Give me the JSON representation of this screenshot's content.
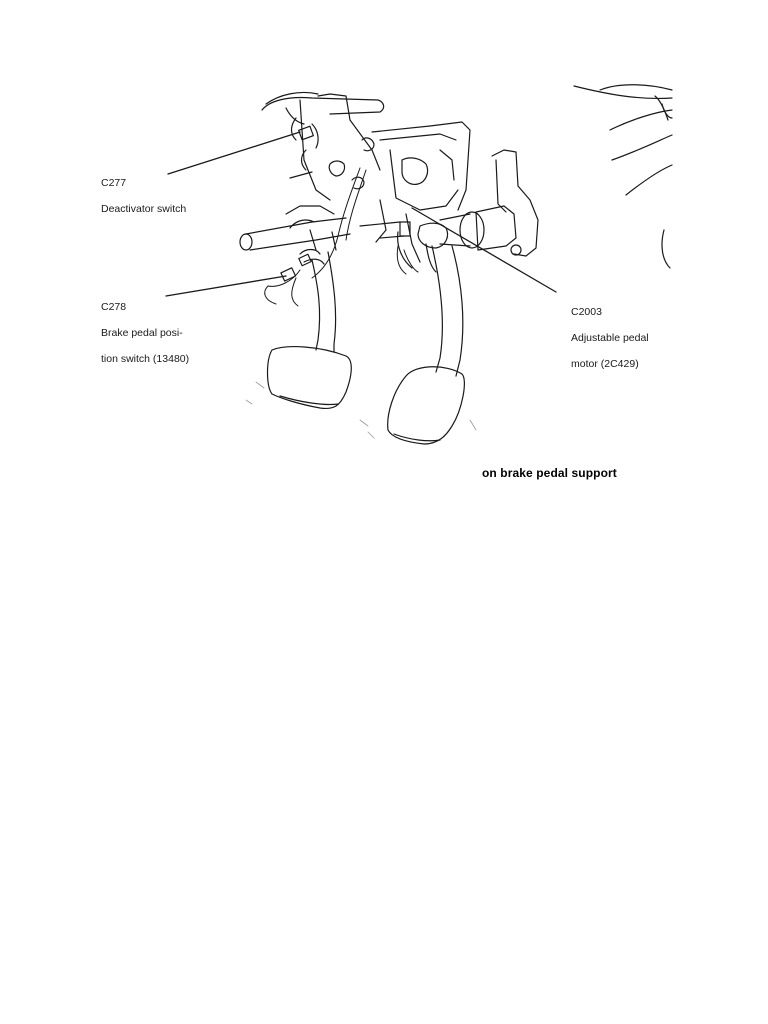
{
  "callouts": {
    "c277": {
      "code": "C277",
      "name": "Deactivator switch"
    },
    "c278": {
      "code": "C278",
      "name_line1": "Brake pedal posi-",
      "name_line2": "tion switch (13480)"
    },
    "c2003": {
      "code": "C2003",
      "name_line1": "Adjustable pedal",
      "name_line2": "motor (2C429)"
    }
  },
  "caption": "on brake pedal support",
  "colors": {
    "line": "#1a1a1a",
    "background": "#ffffff"
  }
}
